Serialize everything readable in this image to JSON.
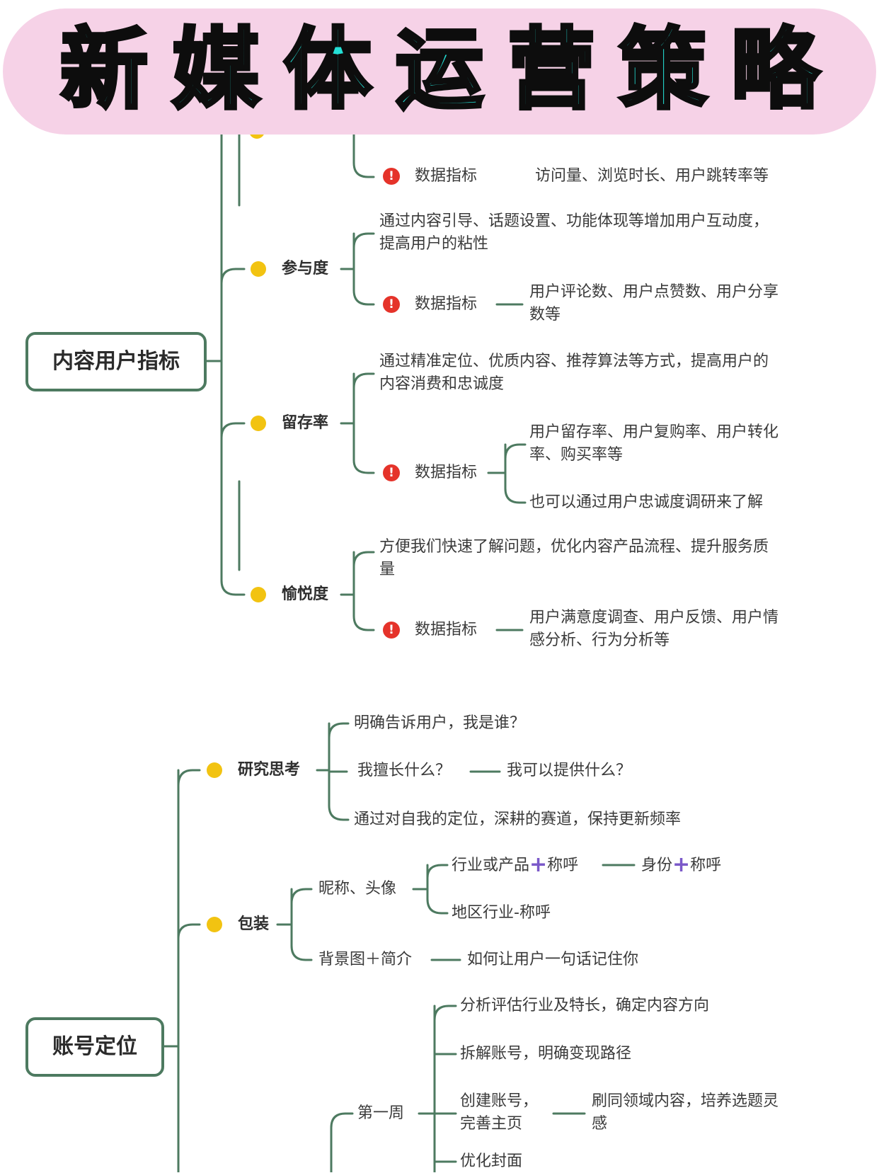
{
  "title": "新媒体运营策略",
  "colors": {
    "banner": "#f6d2e7",
    "title": "#24e0d6",
    "line": "#4d7a60",
    "dot": "#f2c311",
    "alert": "#e5332a",
    "plus": "#7b59c9"
  },
  "section1": {
    "root": "内容用户指标",
    "top_partial": {
      "indicator": "数据指标",
      "value": "访问量、浏览时长、用户跳转率等"
    },
    "items": [
      {
        "label": "参与度",
        "desc": "通过内容引导、话题设置、功能体现等增加用户互动度，提高用户的粘性",
        "indicator": "数据指标",
        "values": [
          "用户评论数、用户点赞数、用户分享数等"
        ]
      },
      {
        "label": "留存率",
        "desc": "通过精准定位、优质内容、推荐算法等方式，提高用户的内容消费和忠诚度",
        "indicator": "数据指标",
        "values": [
          "用户留存率、用户复购率、用户转化率、购买率等",
          "也可以通过用户忠诚度调研来了解"
        ]
      },
      {
        "label": "愉悦度",
        "desc": "方便我们快速了解问题，优化内容产品流程、提升服务质量",
        "indicator": "数据指标",
        "values": [
          "用户满意度调查、用户反馈、用户情感分析、行为分析等"
        ]
      }
    ]
  },
  "section2": {
    "root": "账号定位",
    "research": {
      "label": "研究思考",
      "children": [
        "明确告诉用户，我是谁？",
        "我擅长什么？",
        "我可以提供什么？",
        "通过对自我的定位，深耕的赛道，保持更新频率"
      ]
    },
    "packaging": {
      "label": "包装",
      "nickname": {
        "label": "昵称、头像",
        "option1_a": "行业或产品",
        "option1_b": "称呼",
        "option1_result_a": "身份",
        "option1_result_b": "称呼",
        "option2": "地区行业-称呼"
      },
      "background": {
        "label": "背景图＋简介",
        "result": "如何让用户一句话记住你"
      }
    },
    "week1": {
      "label": "第一周",
      "tasks": [
        "分析评估行业及特长，确定内容方向",
        "拆解账号，明确变现路径",
        "创建账号，完善主页",
        "刷同领域内容，培养选题灵感",
        "优化封面"
      ]
    }
  }
}
